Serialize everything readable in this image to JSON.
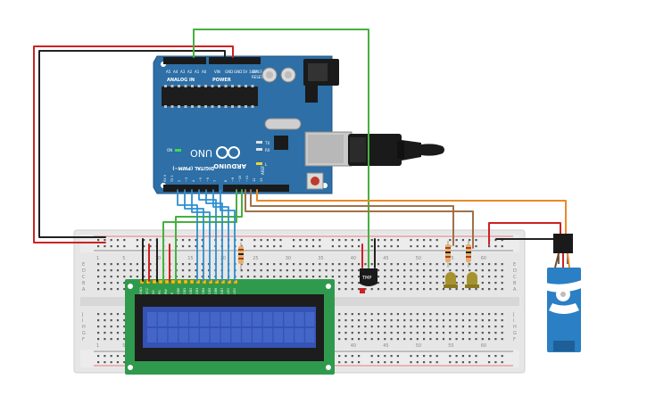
{
  "arduino": {
    "brand_text": "ARDUINO",
    "model_text": "UNO",
    "on_label": "ON",
    "power_label": "POWER",
    "analog_label": "ANALOG IN",
    "digital_label": "DIGITAL (PWM~)",
    "tx_label": "TX",
    "rx_label": "RX",
    "l_label": "L",
    "aref_label": "AREF",
    "ioref_label": "IOREF",
    "reset_label": "RESET",
    "analog_pins": [
      "A5",
      "A4",
      "A3",
      "A2",
      "A1",
      "A0"
    ],
    "power_pins": [
      "VIN",
      "GND",
      "GND",
      "5V",
      "3.3V"
    ],
    "digital_pins": [
      "13",
      "12",
      "~11",
      "~10",
      "~9",
      "8",
      "7",
      "~6",
      "~5",
      "4",
      "~3",
      "2",
      "TX 1",
      "RX 0"
    ]
  },
  "breadboard": {
    "column_numbers": [
      "1",
      "5",
      "10",
      "15",
      "20",
      "25",
      "30",
      "35",
      "40",
      "45",
      "50",
      "55",
      "60"
    ],
    "row_letters_top": [
      "J",
      "I",
      "H",
      "G",
      "F"
    ],
    "row_letters_bottom": [
      "E",
      "D",
      "C",
      "B",
      "A"
    ]
  },
  "sensor": {
    "label": "TMP"
  },
  "lcd": {
    "pin_labels": [
      "GND",
      "VCC",
      "V0",
      "RS",
      "RW",
      "E",
      "DB0",
      "DB1",
      "DB2",
      "DB3",
      "DB4",
      "DB5",
      "DB6",
      "DB7",
      "LED",
      "LED"
    ]
  },
  "colors": {
    "board": "#2d6fa6",
    "breadboard": "#e6e6e6",
    "lcd_pcb": "#2f9a4d",
    "lcd_screen": "#3553b5",
    "wire_red": "#cc2222",
    "wire_black": "#222222",
    "wire_green": "#46b13f",
    "wire_blue": "#2d8fd0",
    "wire_orange": "#e8892b",
    "wire_brown": "#a0714a",
    "servo": "#2a7fc5"
  }
}
